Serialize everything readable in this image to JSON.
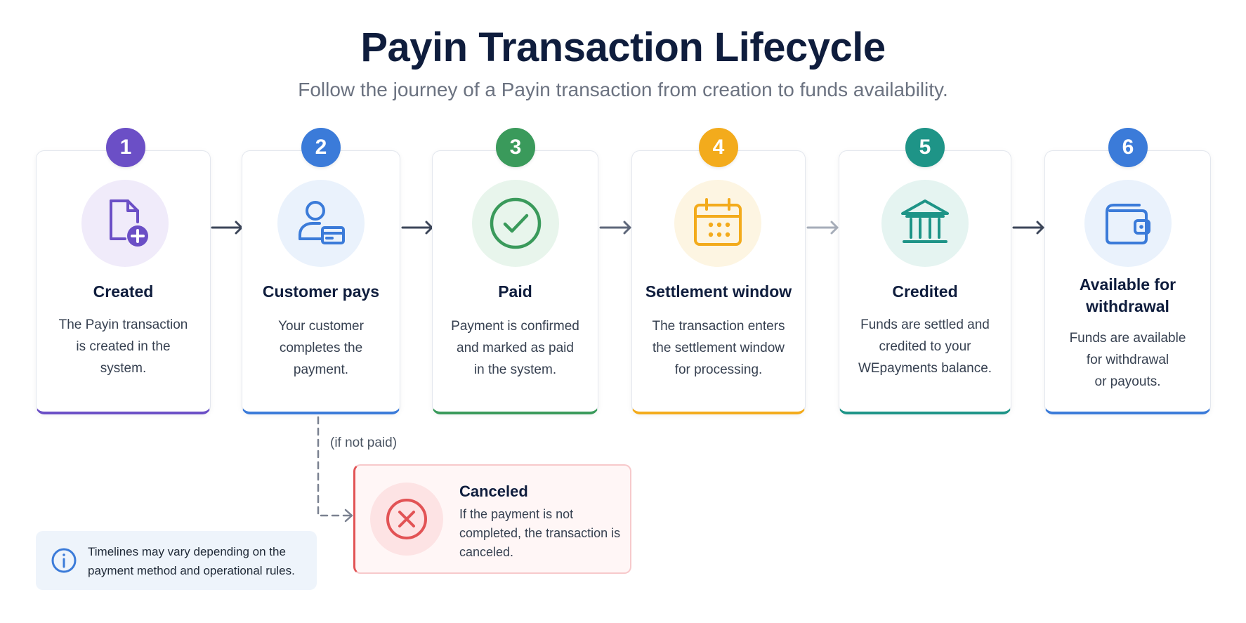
{
  "header": {
    "title": "Payin Transaction Lifecycle",
    "subtitle": "Follow the journey of a Payin transaction from creation to funds availability."
  },
  "steps": [
    {
      "number": "1",
      "icon": "document-plus-icon",
      "color": "#6b4fc6",
      "tint": "#f0ebfa",
      "title_lines": [
        "Created"
      ],
      "desc_lines": [
        "The Payin transaction",
        "is created in the",
        "system."
      ]
    },
    {
      "number": "2",
      "icon": "user-card-icon",
      "color": "#3b7bd9",
      "tint": "#eaf2fc",
      "title_lines": [
        "Customer pays"
      ],
      "desc_lines": [
        "Your customer",
        "completes the",
        "payment."
      ]
    },
    {
      "number": "3",
      "icon": "check-circle-icon",
      "color": "#3a9a5b",
      "tint": "#e8f5ec",
      "title_lines": [
        "Paid"
      ],
      "desc_lines": [
        "Payment is confirmed",
        "and marked as paid",
        "in the system."
      ]
    },
    {
      "number": "4",
      "icon": "calendar-icon",
      "color": "#f3ab1c",
      "tint": "#fdf5e2",
      "title_lines": [
        "Settlement window"
      ],
      "desc_lines": [
        "The transaction enters",
        "the settlement window",
        "for processing."
      ]
    },
    {
      "number": "5",
      "icon": "bank-icon",
      "color": "#1e9487",
      "tint": "#e5f4f1",
      "title_lines": [
        "Credited"
      ],
      "desc_lines": [
        "Funds are settled and",
        "credited to your",
        "WEpayments balance."
      ]
    },
    {
      "number": "6",
      "icon": "wallet-icon",
      "color": "#3b7bd9",
      "tint": "#eaf2fc",
      "title_lines": [
        "Available for",
        "withdrawal"
      ],
      "desc_lines": [
        "Funds are available",
        "for withdrawal",
        "or payouts."
      ]
    }
  ],
  "branch": {
    "label": "(if not paid)",
    "title": "Canceled",
    "desc": "If the payment is not completed, the transaction is canceled.",
    "icon": "x-circle-icon",
    "color": "#e25355"
  },
  "note": {
    "icon": "info-icon",
    "text": "Timelines may vary depending on the payment method and operational rules."
  }
}
